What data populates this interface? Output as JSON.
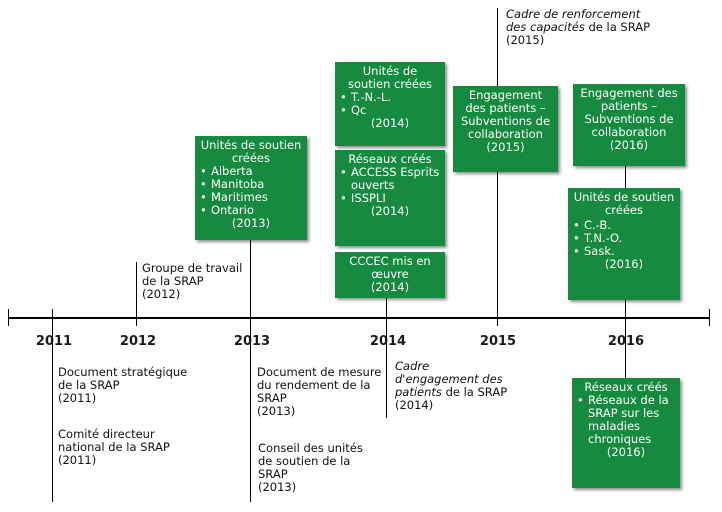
{
  "years": [
    "2011",
    "2012",
    "2013",
    "2014",
    "2015",
    "2016"
  ],
  "above": {
    "srap_working_group": {
      "line1": "Groupe de travail",
      "line2": "de la SRAP",
      "year": "(2012)"
    },
    "capacity_framework": {
      "italic1": "Cadre de renforcement",
      "italic2": "des capacités",
      "tail": " de la SRAP",
      "year": "(2015)"
    }
  },
  "boxes": {
    "units_2013": {
      "head": "Unités de soutien créées",
      "items": [
        "Alberta",
        "Manitoba",
        "Maritimes",
        "Ontario"
      ],
      "year": "(2013)"
    },
    "units_2014": {
      "head": "Unités de soutien créées",
      "items": [
        "T.-N.-L.",
        "Qc"
      ],
      "year": "(2014)"
    },
    "networks_2014": {
      "head": "Réseaux créés",
      "items": [
        "ACCESS Esprits ouverts",
        "ISSPLI"
      ],
      "year": "(2014)"
    },
    "cccec_2014": {
      "text": "CCCEC mis en œuvre",
      "year": "(2014)"
    },
    "engagement_2015": {
      "text": "Engagement des patients – Subventions de collaboration",
      "year": "(2015)"
    },
    "engagement_2016": {
      "text": "Engagement des patients – Subventions de collaboration",
      "year": "(2016)"
    },
    "units_2016": {
      "head": "Unités de soutien créées",
      "items": [
        "C.-B.",
        "T.N.-O.",
        "Sask."
      ],
      "year": "(2016)"
    },
    "networks_2016": {
      "head": "Réseaux créés",
      "items": [
        "Réseaux de la SRAP sur les maladies chroniques"
      ],
      "year": "(2016)"
    }
  },
  "below": {
    "strategic_doc": {
      "line1": "Document stratégique",
      "line2": "de la SRAP",
      "year": "(2011)"
    },
    "steering_committee": {
      "line1": "Comité directeur",
      "line2": "national de la SRAP",
      "year": "(2011)"
    },
    "performance_doc": {
      "line1": "Document de mesure",
      "line2": "du rendement de la",
      "line3": "SRAP",
      "year": "(2013)"
    },
    "support_council": {
      "line1": "Conseil des unités",
      "line2": "de soutien de la",
      "line3": "SRAP",
      "year": "(2013)"
    },
    "engagement_framework": {
      "italic1": "Cadre",
      "italic2": "d'engagement des",
      "italic3": "patients",
      "tail": " de la SRAP",
      "year": "(2014)"
    }
  },
  "colors": {
    "box_green": "#168a3f",
    "box_text": "#ffffff",
    "line": "#000000"
  }
}
